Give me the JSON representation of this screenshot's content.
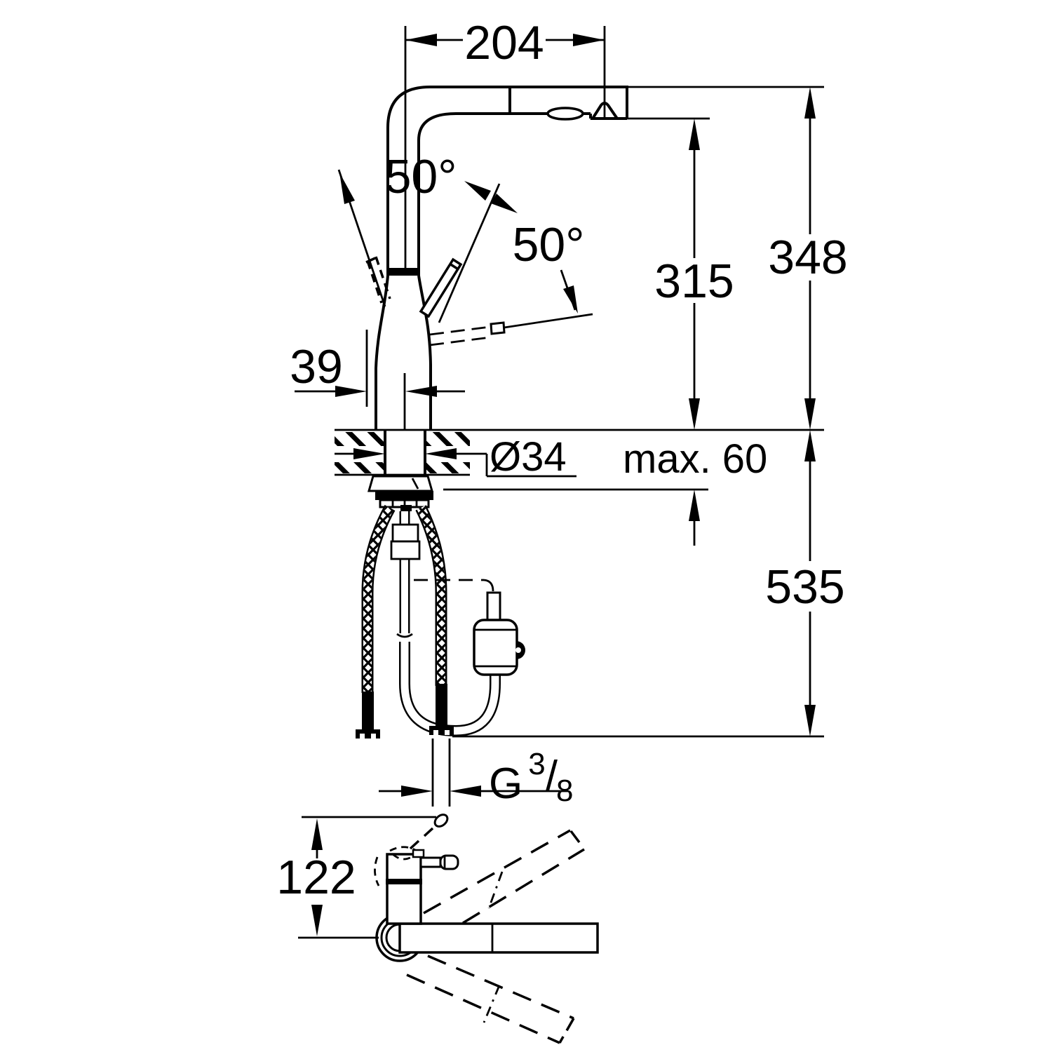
{
  "drawing": {
    "type": "technical-dimension-drawing",
    "subject": "single-lever kitchen faucet with pull-out spout, front view and plan view",
    "colors": {
      "line": "#000000",
      "background": "#ffffff"
    },
    "labels": {
      "dim_204": "204",
      "angle_top": "50°",
      "angle_right": "50°",
      "dim_315": "315",
      "dim_348": "348",
      "dim_39": "39",
      "dia_34": "Ø34",
      "max_60": "max. 60",
      "dim_535": "535",
      "dim_122": "122",
      "thread_g": "G",
      "thread_num": "3",
      "thread_slash": "/",
      "thread_den": "8"
    }
  }
}
